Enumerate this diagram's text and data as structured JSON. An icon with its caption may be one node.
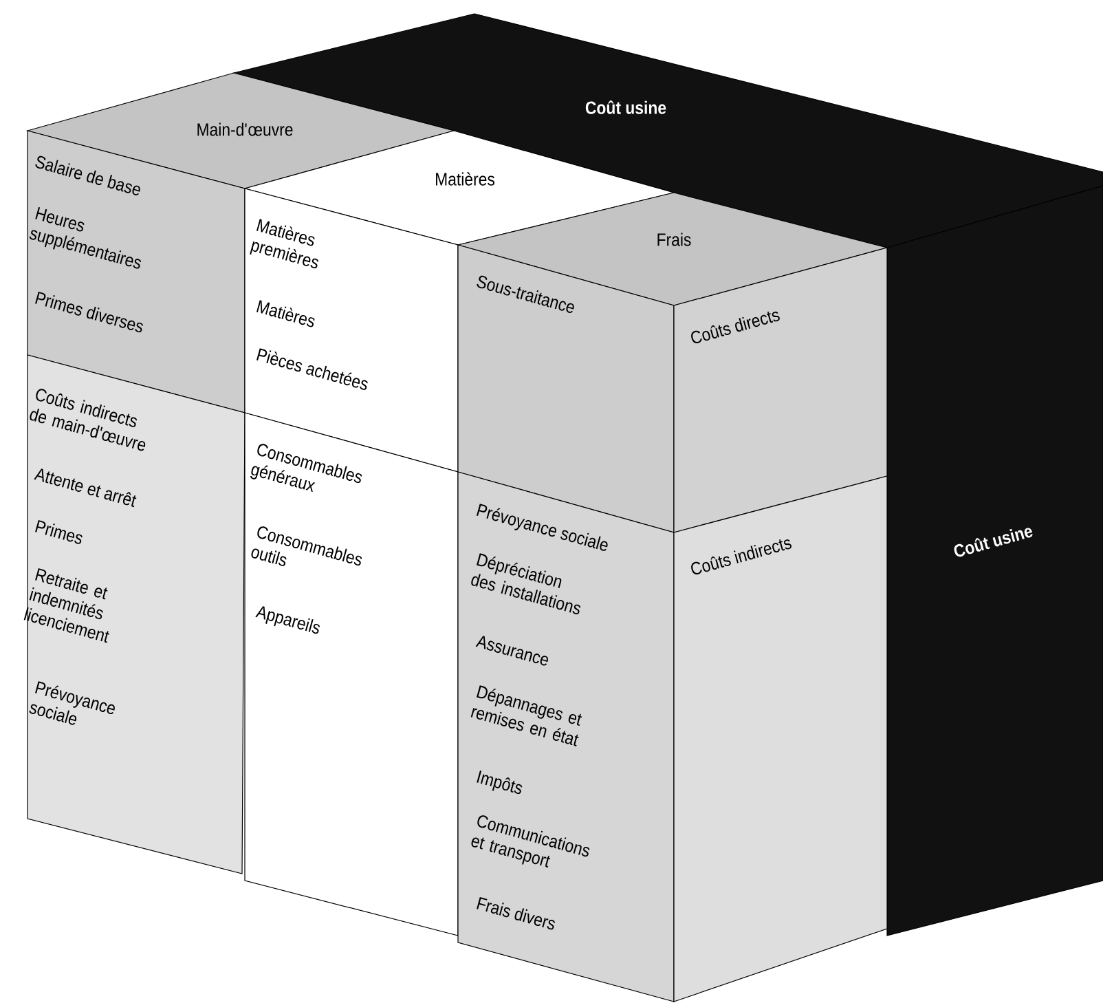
{
  "diagram": {
    "nodes": [
      {
        "text": [
          "Coût usine"
        ]
      },
      {
        "text": [
          "Coût usine"
        ]
      },
      {
        "text": [
          "Main-d'œuvre"
        ]
      },
      {
        "text": [
          "Salaire de base",
          "Heures supplémentaires",
          "Primes diverses"
        ]
      },
      {
        "text": [
          "Coûts indirects de main-d'œuvre",
          "Attente et arrêt",
          "Primes",
          "Retraite et indemnités licenciement",
          "Prévoyance sociale"
        ]
      },
      {
        "text": [
          "Matières"
        ]
      },
      {
        "text": [
          "Matières premières",
          "Matières",
          "Pièces achetées"
        ]
      },
      {
        "text": [
          "Consommables généraux",
          "Consommables outils",
          "Appareils"
        ]
      },
      {
        "text": [
          "Frais"
        ]
      },
      {
        "text": [
          "Sous-traitance"
        ]
      },
      {
        "text": [
          "Prévoyance sociale",
          "Dépréciation des installations",
          "Assurance",
          "Dépannages et remises en état",
          "Impôts",
          "Communications et transport",
          "Frais divers"
        ]
      },
      {
        "text": [
          "Coûts directs"
        ]
      },
      {
        "text": [
          "Coûts indirects"
        ]
      }
    ]
  }
}
